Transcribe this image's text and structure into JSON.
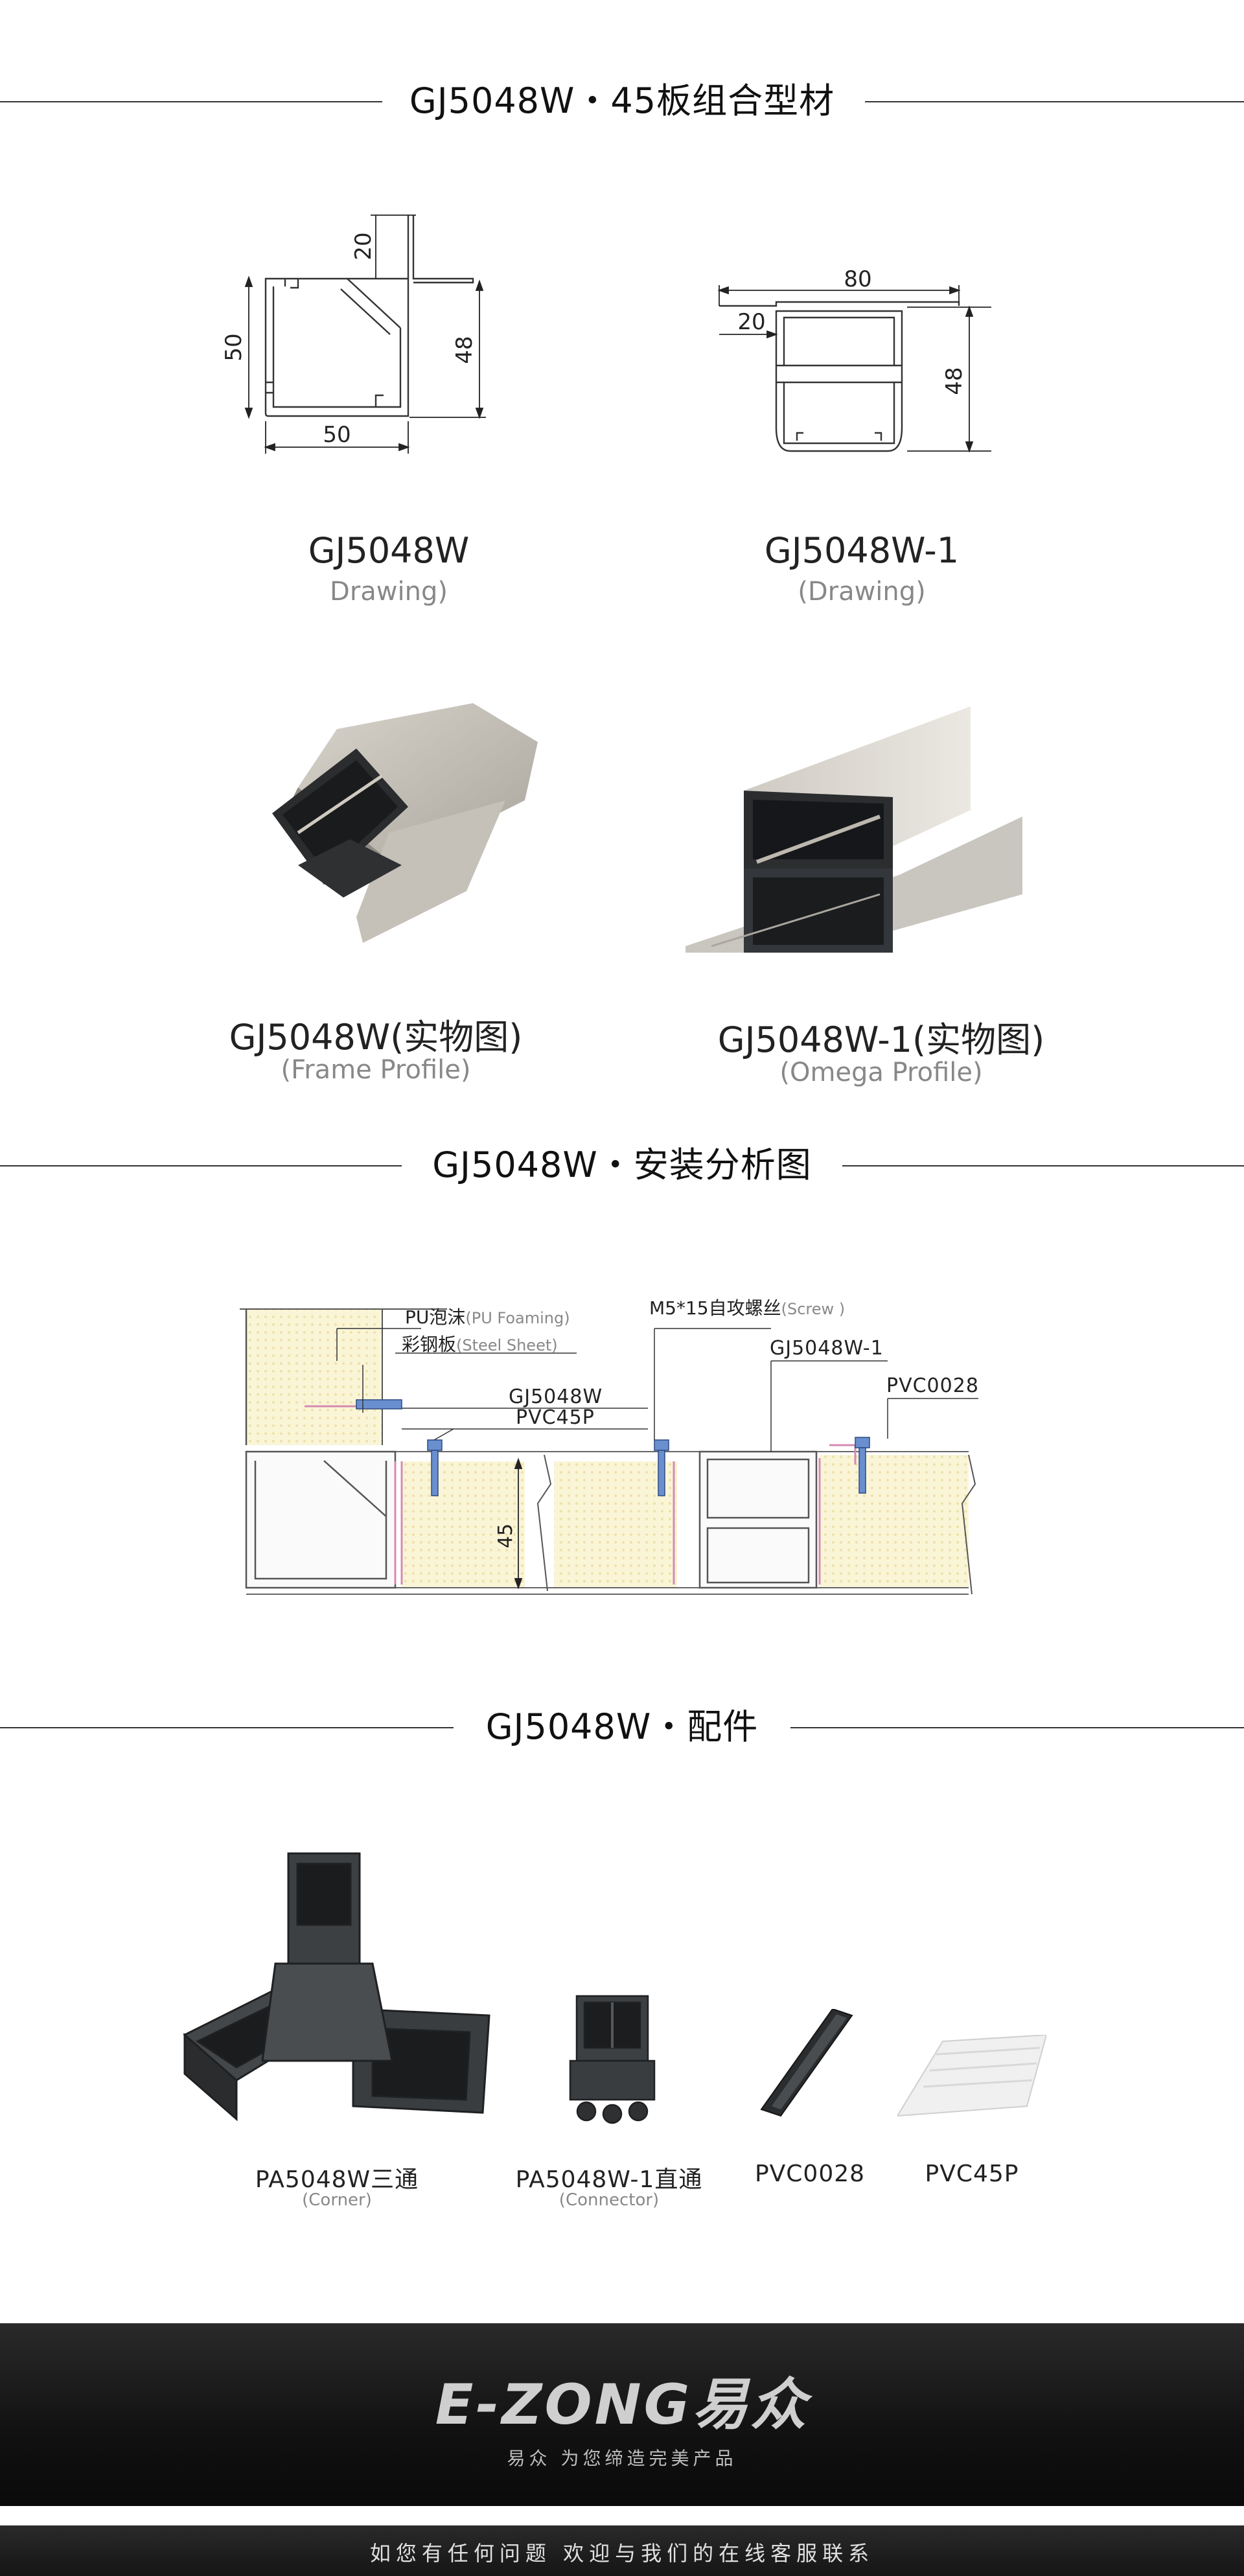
{
  "sections": {
    "profile_title": "GJ5048W・45板组合型材",
    "install_title": "GJ5048W・安装分析图",
    "accessory_title": "GJ5048W・配件"
  },
  "drawings": {
    "left": {
      "dims": {
        "d20": "20",
        "d50_h": "50",
        "d48": "48",
        "d50_w": "50"
      },
      "name": "GJ5048W",
      "sub": "Drawing)"
    },
    "right": {
      "dims": {
        "d80": "80",
        "d20": "20",
        "d48": "48"
      },
      "name": "GJ5048W-1",
      "sub": "(Drawing)"
    }
  },
  "photos": {
    "left": {
      "name": "GJ5048W(实物图)",
      "sub": "(Frame Profile)"
    },
    "right": {
      "name": "GJ5048W-1(实物图)",
      "sub": "(Omega Profile)"
    }
  },
  "install": {
    "pu_foam": "PU泡沫",
    "pu_foam_en": "(PU Foaming)",
    "steel_sheet": "彩钢板",
    "steel_sheet_en": "(Steel Sheet)",
    "screw": "M5*15自攻螺丝",
    "screw_en": "(Screw )",
    "gj5048w1": "GJ5048W-1",
    "pvc0028": "PVC0028",
    "gj5048w": "GJ5048W",
    "pvc45p": "PVC45P",
    "dim45": "45"
  },
  "accessories": [
    {
      "name": "PA5048W三通",
      "sub": "(Corner)"
    },
    {
      "name": "PA5048W-1直通",
      "sub": "(Connector)"
    },
    {
      "name": "PVC0028",
      "sub": ""
    },
    {
      "name": "PVC45P",
      "sub": ""
    }
  ],
  "footer": {
    "logo": "E-ZONG易众",
    "slogan": "易众 为您缔造完美产品",
    "contact": "如您有任何问题    欢迎与我们的在线客服联系"
  },
  "colors": {
    "foam": "#fbf5d8",
    "line": "#444444",
    "profile_gray": "#bdbdbd",
    "accessory_dark": "#3a3d40"
  }
}
